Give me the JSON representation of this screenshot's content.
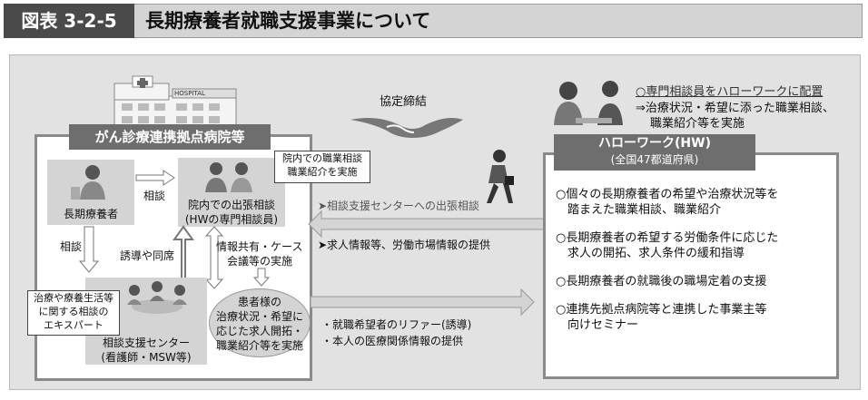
{
  "header": {
    "figure_label": "図表 3-2-5",
    "title": "長期療養者就職支援事業について"
  },
  "agreement": "協定締結",
  "hospital": {
    "sign": "HOSPITAL",
    "title": "がん診療連携拠点病院等",
    "patient_label": "長期療養者",
    "consult_label": "相談",
    "consult_down_label": "相談",
    "guide_label": "誘導や同席",
    "outreach_label_1": "院内での出張相談",
    "outreach_label_2": "(HWの専門相談員)",
    "outreach_note_1": "院内での職業相談",
    "outreach_note_2": "職業紹介を実施",
    "info_share_1": "情報共有・ケース",
    "info_share_2": "会議等の実施",
    "expert_note_1": "治療や療養生活等",
    "expert_note_2": "に関する相談の",
    "expert_note_3": "エキスパート",
    "support_center_1": "相談支援センター",
    "support_center_2": "(看護師・MSW等)",
    "oval_1": "患者様の",
    "oval_2": "治療状況・希望に",
    "oval_3": "応じた求人開拓・",
    "oval_4": "職業紹介等を実施"
  },
  "middle": {
    "outreach_arrow": "➤相談支援センターへの出張相談",
    "job_info": "➤求人情報等、労働市場情報の提供",
    "referral_1": "・就職希望者のリファー(誘導)",
    "referral_2": "・本人の医療関係情報の提供"
  },
  "hellowork": {
    "specialist_heading": "○専門相談員をハローワークに配置",
    "specialist_desc_1": "⇒治療状況・希望に添った職業相談、",
    "specialist_desc_2": "職業紹介等を実施",
    "title": "ハローワーク(HW)",
    "subtitle": "(全国47都道府県)",
    "items": [
      {
        "line1": "○個々の長期療養者の希望や治療状況等を",
        "line2": "踏まえた職業相談、職業紹介"
      },
      {
        "line1": "○長期療養者の希望する労働条件に応じた",
        "line2": "求人の開拓、求人条件の緩和指導"
      },
      {
        "line1": "○長期療養者の就職後の職場定着の支援",
        "line2": ""
      },
      {
        "line1": "○連携先拠点病院等と連携した事業主等",
        "line2": "向けセミナー"
      }
    ]
  },
  "colors": {
    "dark_header": "#6e6e6e",
    "panel_bg": "#e2e2e2",
    "box_border": "#8a8a8a"
  }
}
